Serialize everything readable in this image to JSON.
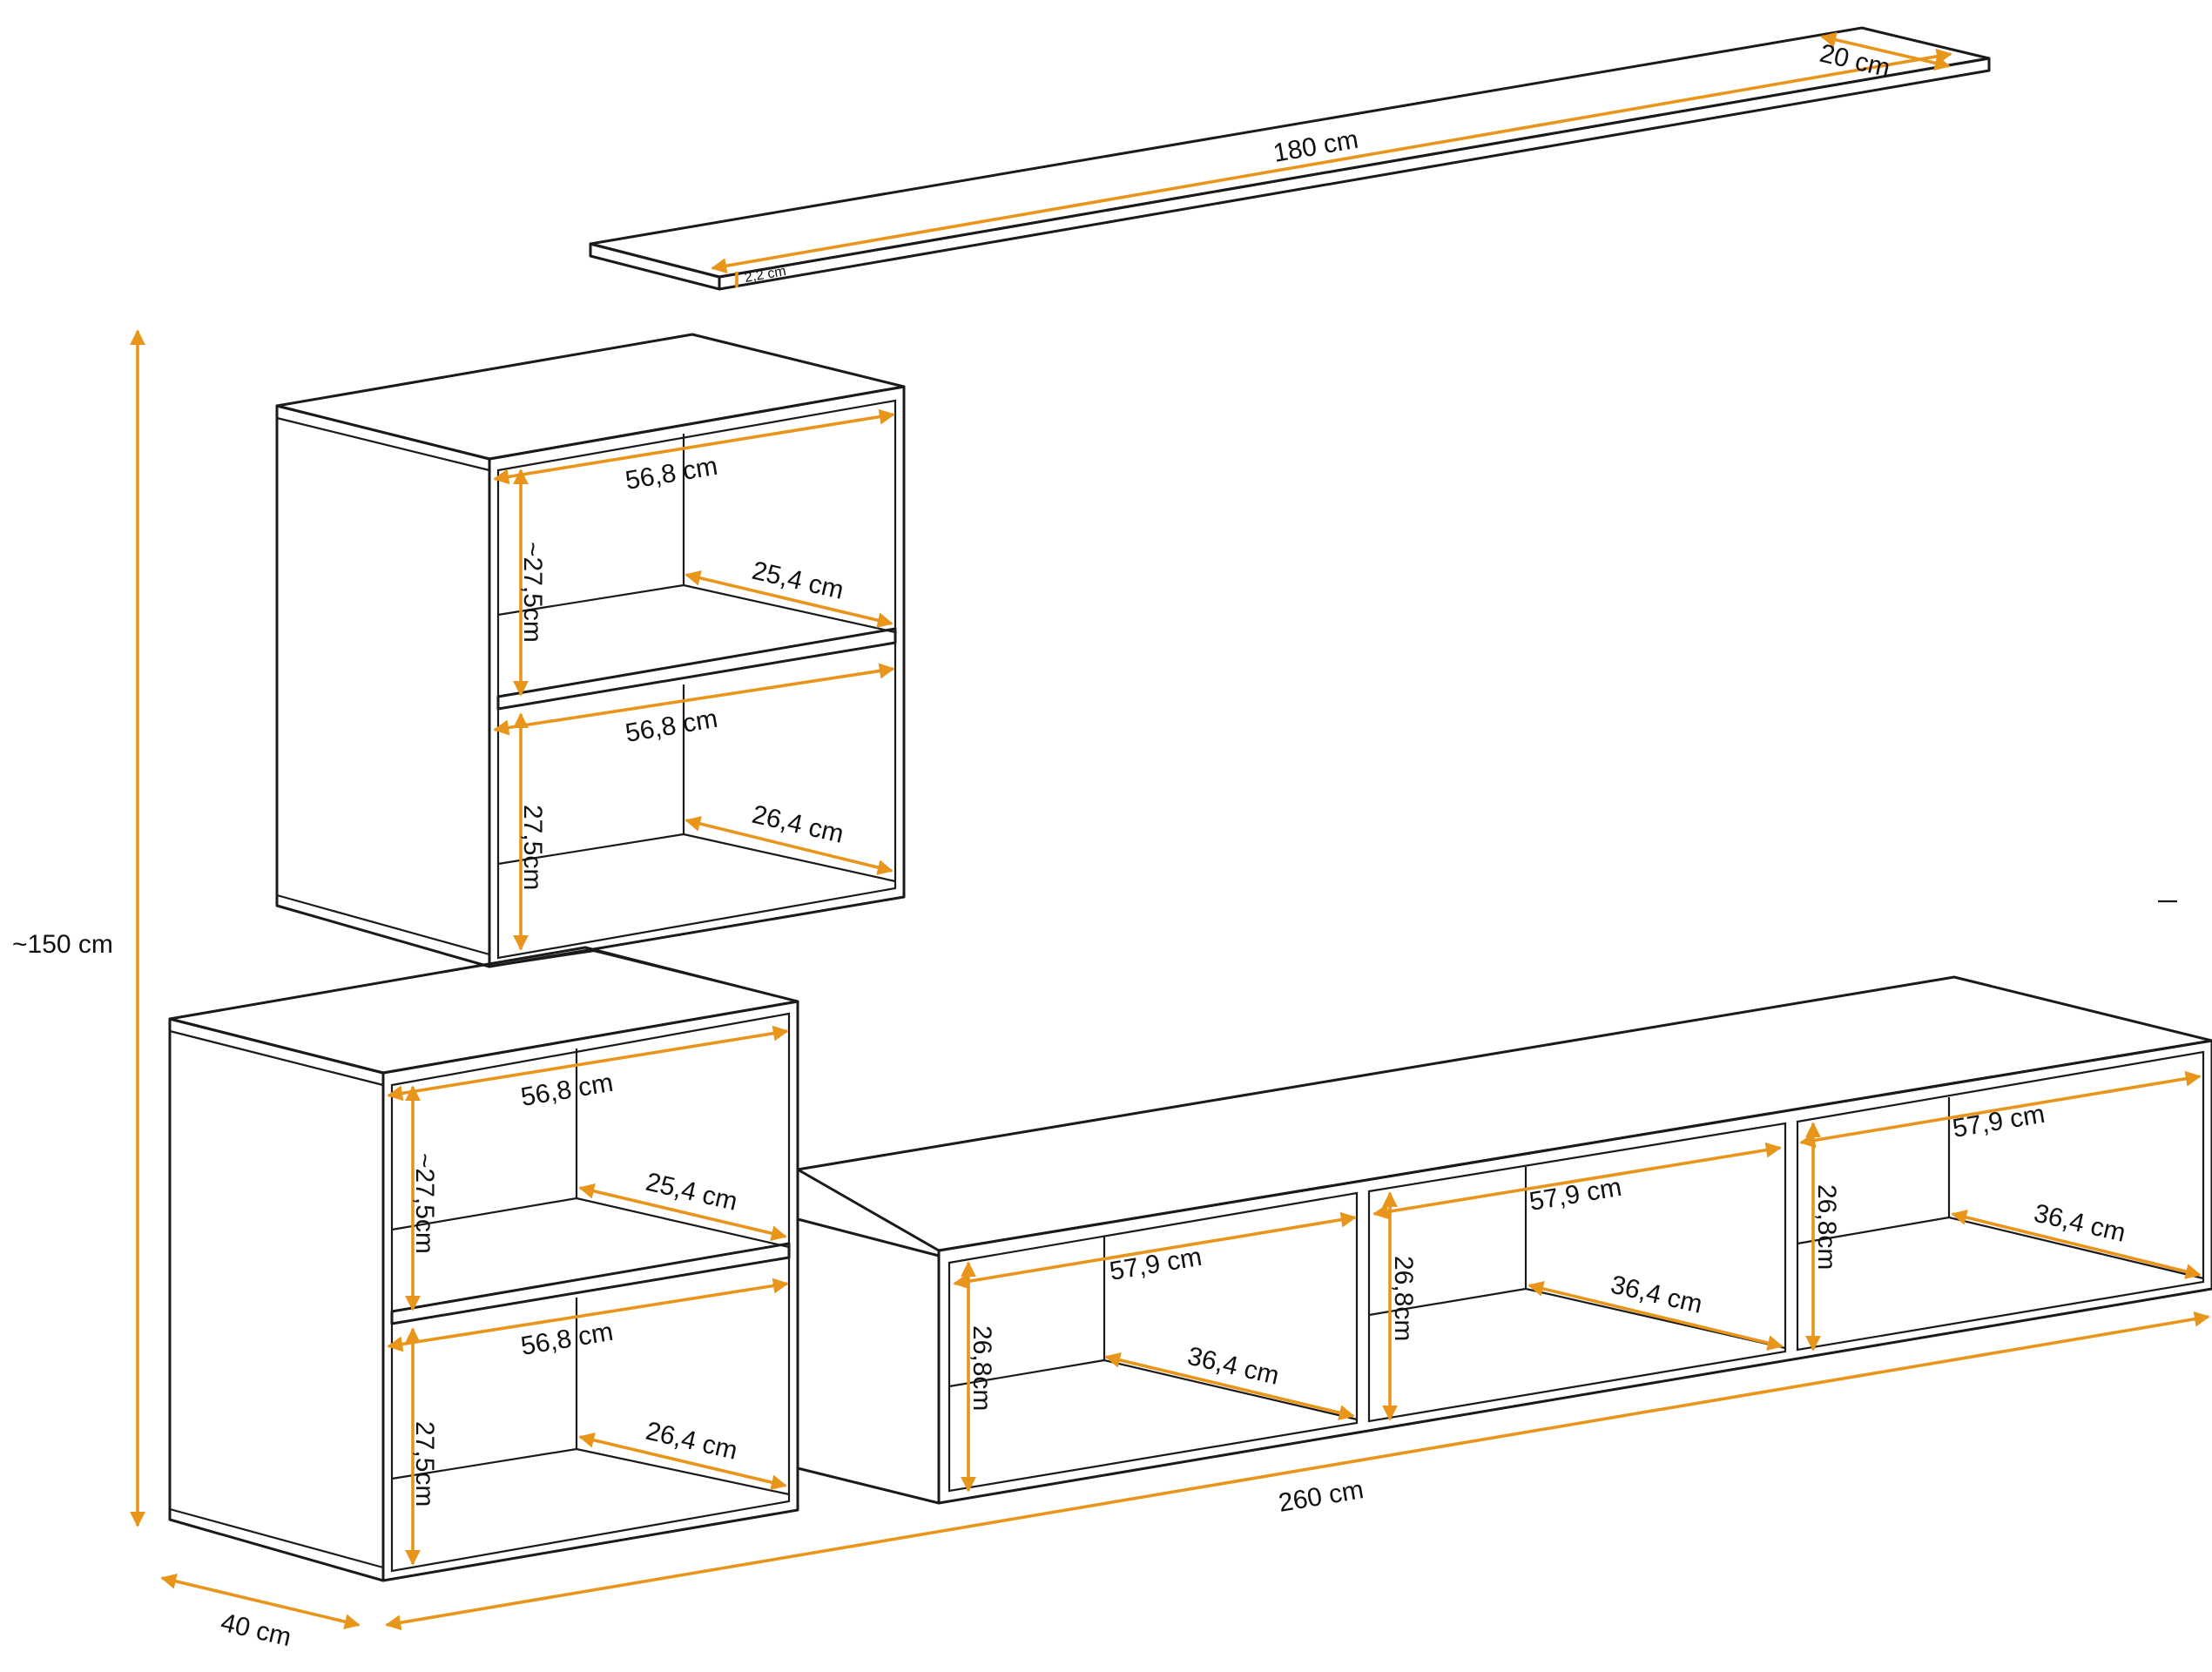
{
  "diagram": {
    "dimensions": {
      "shelf_length": "180 cm",
      "shelf_depth": "20 cm",
      "shelf_thickness": "2,2 cm",
      "total_height": "~150 cm",
      "total_width": "260 cm",
      "depth": "40 cm",
      "upper_cabinet": {
        "top_width": "56,8 cm",
        "top_height": "~27,5cm",
        "top_depth": "25,4 cm",
        "bottom_width": "56,8 cm",
        "bottom_height": "27,5cm",
        "bottom_depth": "26,4 cm"
      },
      "lower_cabinet": {
        "top_width": "56,8 cm",
        "top_height": "~27,5cm",
        "top_depth": "25,4 cm",
        "bottom_width": "56,8 cm",
        "bottom_height": "27,5cm",
        "bottom_depth": "26,4 cm"
      },
      "tv_unit": {
        "compartments": [
          {
            "width": "57,9 cm",
            "height": "26,8cm",
            "depth": "36,4 cm"
          },
          {
            "width": "57,9 cm",
            "height": "26,8cm",
            "depth": "36,4 cm"
          },
          {
            "width": "57,9 cm",
            "height": "26,8cm",
            "depth": "36,4 cm"
          }
        ]
      }
    },
    "colors": {
      "outline": "#1a1a1a",
      "dimension": "#e8951c",
      "background": "#ffffff"
    }
  }
}
